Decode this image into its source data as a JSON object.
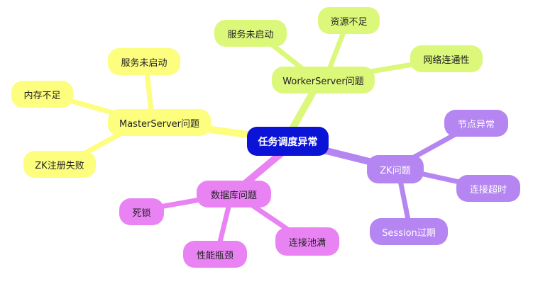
{
  "colors": {
    "root": "#0a13d6",
    "master_branch": "#fdfd7e",
    "worker_branch": "#dcf87a",
    "zk_branch": "#b585f2",
    "db_branch": "#e983f3"
  },
  "root": {
    "label": "任务调度异常"
  },
  "branches": {
    "master": {
      "label": "MasterServer问题",
      "children": [
        "服务未启动",
        "内存不足",
        "ZK注册失败"
      ]
    },
    "worker": {
      "label": "WorkerServer问题",
      "children": [
        "服务未启动",
        "资源不足",
        "网络连通性"
      ]
    },
    "zk": {
      "label": "ZK问题",
      "children": [
        "节点异常",
        "连接超时",
        "Session过期"
      ]
    },
    "db": {
      "label": "数据库问题",
      "children": [
        "死锁",
        "性能瓶颈",
        "连接池满"
      ]
    }
  }
}
